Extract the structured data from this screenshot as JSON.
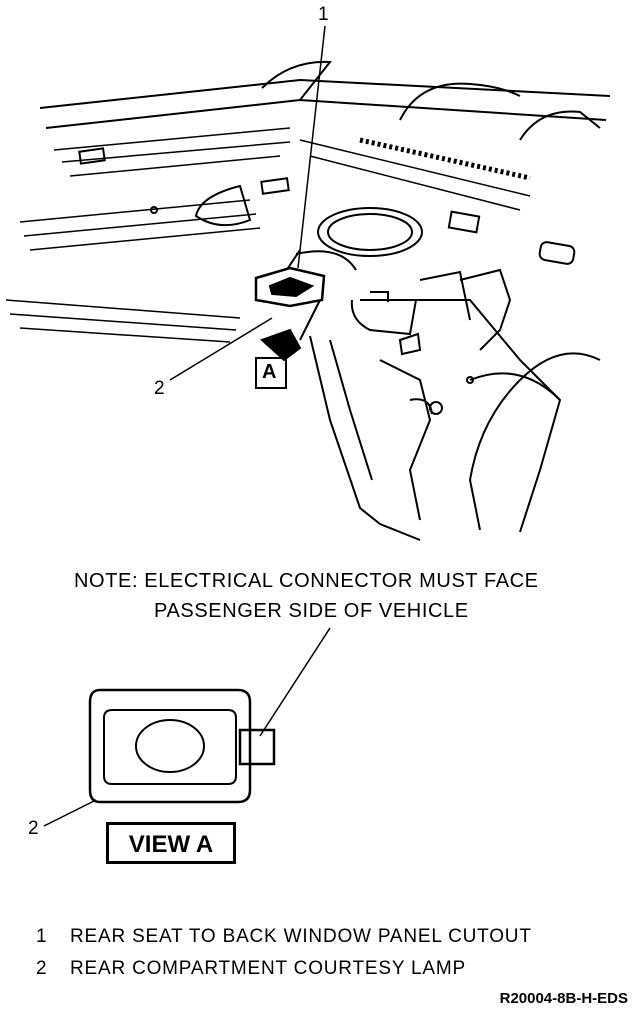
{
  "diagram": {
    "callouts": [
      {
        "id": "1",
        "label": "1"
      },
      {
        "id": "2",
        "label": "2"
      }
    ],
    "view_marker": "A",
    "note_line1": "NOTE:  ELECTRICAL CONNECTOR MUST FACE",
    "note_line2": "PASSENGER SIDE OF VEHICLE",
    "detail_callout": "2",
    "view_label": "VIEW A"
  },
  "legend": [
    {
      "num": "1",
      "text": "REAR SEAT TO BACK WINDOW PANEL CUTOUT"
    },
    {
      "num": "2",
      "text": "REAR COMPARTMENT COURTESY LAMP"
    }
  ],
  "figure_code": "R20004-8B-H-EDS"
}
